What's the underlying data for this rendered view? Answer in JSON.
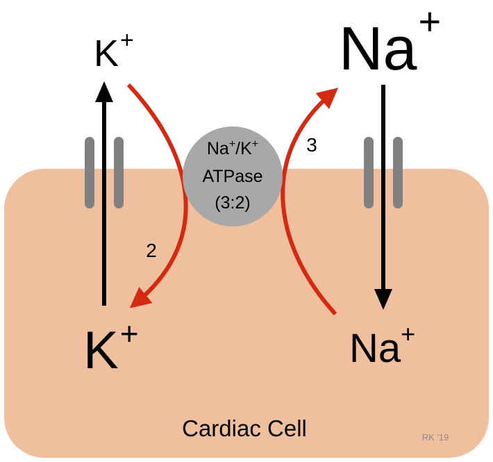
{
  "ions": {
    "k_outside": {
      "symbol": "K",
      "charge": "+"
    },
    "k_inside": {
      "symbol": "K",
      "charge": "+"
    },
    "na_outside": {
      "symbol": "Na",
      "charge": "+"
    },
    "na_inside": {
      "symbol": "Na",
      "charge": "+"
    }
  },
  "pump": {
    "line1_a": "Na",
    "line1_sup_a": "+",
    "line1_b": "/K",
    "line1_sup_b": "+",
    "line2": "ATPase",
    "line3": "(3:2)"
  },
  "counts": {
    "k_count": "2",
    "na_count": "3"
  },
  "cell_label": "Cardiac Cell",
  "signature": "RK '19",
  "colors": {
    "cell_fill": "#f0bf9d",
    "pump_fill": "#a8a8a8",
    "pump_arrow": "#d42a12",
    "channel": "#808080",
    "gradient_arrow": "#000000"
  }
}
